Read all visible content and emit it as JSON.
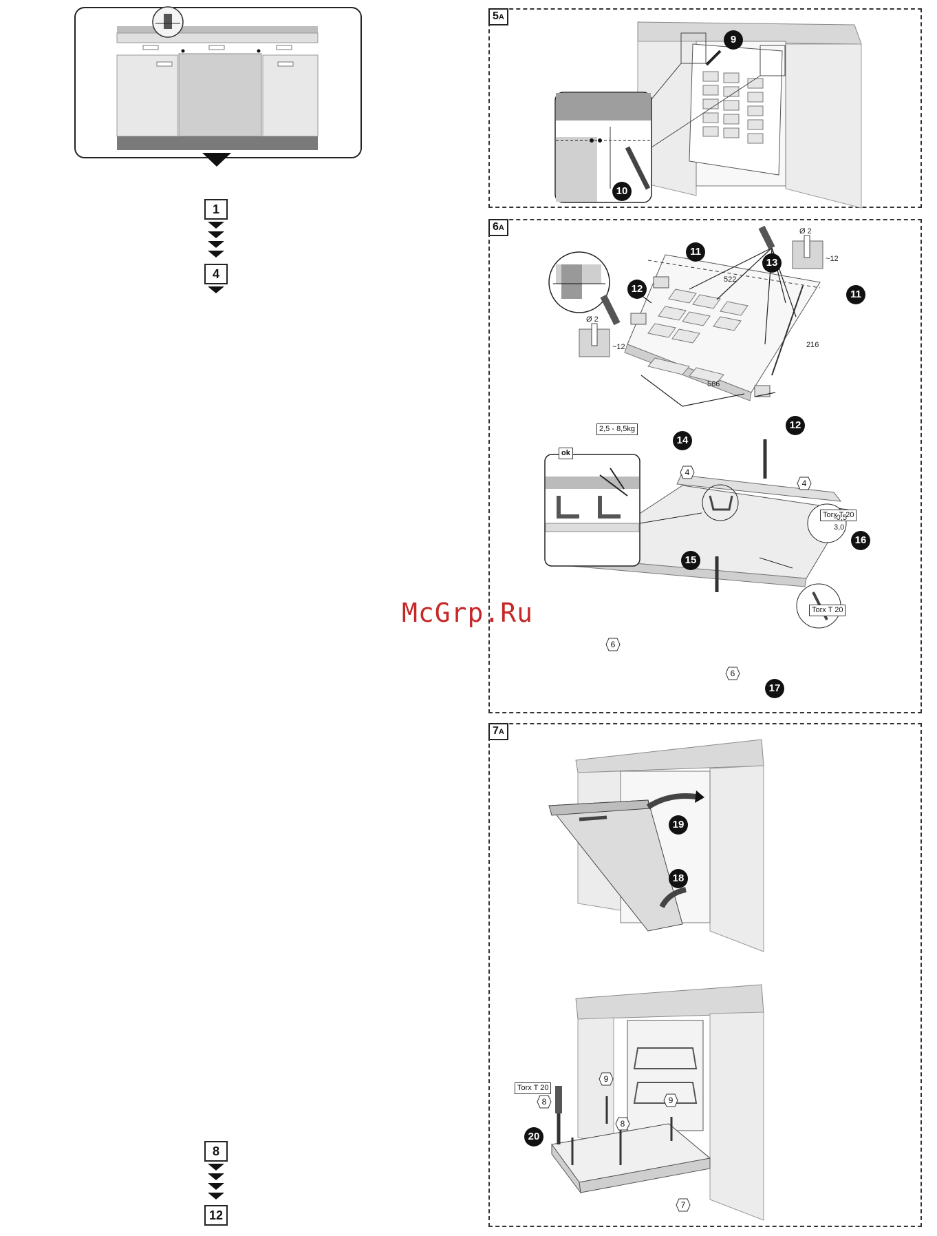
{
  "steps": {
    "top": {
      "from": "1",
      "to": "4"
    },
    "bottom": {
      "from": "8",
      "to": "12"
    }
  },
  "panels": [
    {
      "id": "5",
      "suffix": "A"
    },
    {
      "id": "6",
      "suffix": "A"
    },
    {
      "id": "7",
      "suffix": "A"
    }
  ],
  "callouts": {
    "c9": "9",
    "c10": "10",
    "c11a": "11",
    "c11b": "11",
    "c12a": "12",
    "c12b": "12",
    "c13": "13",
    "c14": "14",
    "c15": "15",
    "c16": "16",
    "c17": "17",
    "c18": "18",
    "c19": "19",
    "c20": "20"
  },
  "hex_labels": {
    "h4a": "4",
    "h4b": "4",
    "h6a": "6",
    "h6b": "6",
    "h9a": "9",
    "h9b": "9",
    "h8a": "8",
    "h8b": "8",
    "h7": "7"
  },
  "labels": {
    "weight": "2,5 - 8,5kg",
    "torx1": "Torx T 20",
    "torx2": "Torx T 20",
    "torx3": "Torx T 20",
    "ok": "ok",
    "drill_d1": "Ø 2",
    "drill_d2": "Ø 2",
    "drill_depth1": "~12",
    "drill_depth2": "~12",
    "dim_522": "522",
    "dim_566": "566",
    "dim_216": "216",
    "dim_30": "3,0",
    "dim_35": "-0,5"
  },
  "watermark": "McGrp.Ru"
}
